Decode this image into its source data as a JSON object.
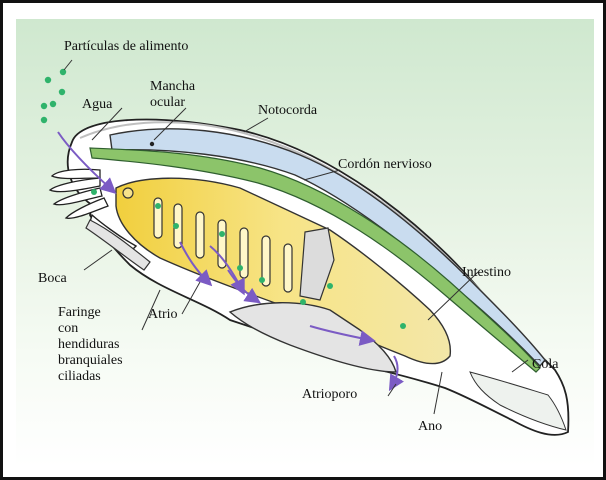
{
  "labels": {
    "particulas": "Partículas de alimento",
    "agua": "Agua",
    "mancha_1": "Mancha",
    "mancha_2": "ocular",
    "notocorda": "Notocorda",
    "cordon": "Cordón nervioso",
    "boca": "Boca",
    "faringe_1": "Faringe",
    "faringe_2": "con",
    "faringe_3": "hendiduras",
    "faringe_4": "branquiales",
    "faringe_5": "ciliadas",
    "atrio": "Atrio",
    "intestino": "Intestino",
    "cola": "Cola",
    "atrioporo": "Atrioporo",
    "ano": "Ano"
  },
  "colors": {
    "background_top": "#cfe8cf",
    "body_fill": "#ffffff",
    "notochord": "#c9dcef",
    "nerve_cord": "#8cc46a",
    "gut": "#f6e28a",
    "gut_bright": "#f2d14a",
    "food_particles": "#2fb36b",
    "arrows": "#7b5bc4",
    "outline": "#222222"
  }
}
